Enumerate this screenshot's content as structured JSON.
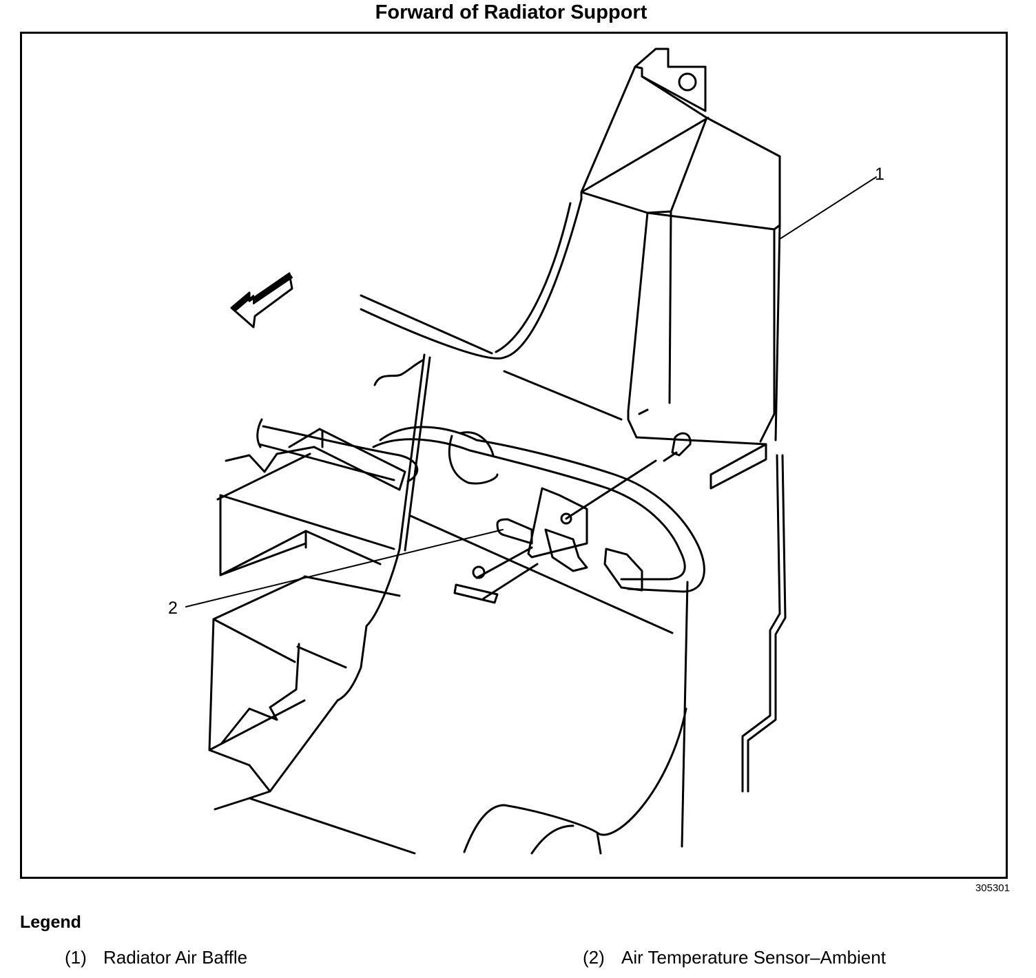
{
  "title": "Forward of Radiator Support",
  "callouts": [
    {
      "label": "1"
    },
    {
      "label": "2"
    }
  ],
  "figure_id": "305301",
  "legend": {
    "heading": "Legend",
    "items": [
      {
        "num": "(1)",
        "text": "Radiator Air Baffle"
      },
      {
        "num": "(2)",
        "text": "Air Temperature Sensor–Ambient"
      }
    ]
  },
  "icons": {
    "direction_arrow": "forward-arrow-icon"
  }
}
